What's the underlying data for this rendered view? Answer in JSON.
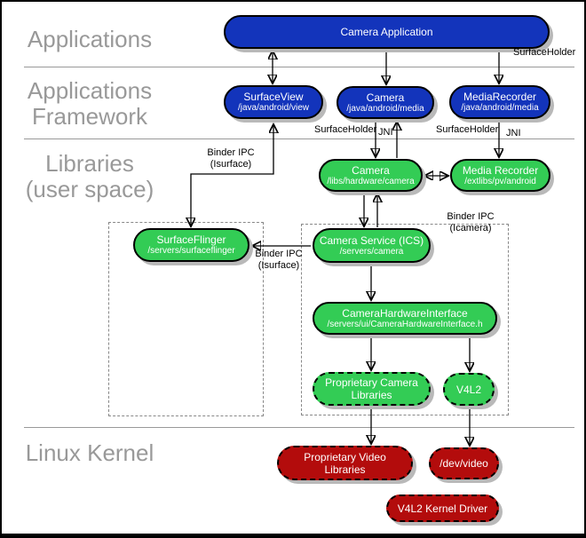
{
  "colors": {
    "framework_blue": "#1334bb",
    "userspace_green": "#33cc55",
    "kernel_red": "#b30c0c",
    "layer_label_gray": "#999999",
    "shadow_gray": "#b9b9b9"
  },
  "layers": [
    {
      "label": "Applications"
    },
    {
      "label": "Applications\nFramework"
    },
    {
      "label": "Libraries\n(user space)"
    },
    {
      "label": "Linux Kernel"
    }
  ],
  "boxes": {
    "camera_application": {
      "title": "Camera Application"
    },
    "surfaceview": {
      "title": "SurfaceView",
      "sub": "/java/android/view"
    },
    "camera_fw": {
      "title": "Camera",
      "sub": "/java/android/media"
    },
    "mediarecorder": {
      "title": "MediaRecorder",
      "sub": "/java/android/media"
    },
    "camera_lib": {
      "title": "Camera",
      "sub": "/libs/hardware/camera"
    },
    "media_recorder_lib": {
      "title": "Media Recorder",
      "sub": "/extlibs/pv/android"
    },
    "surfaceflinger": {
      "title": "SurfaceFlinger",
      "sub": "/servers/surfaceflinger"
    },
    "camera_service": {
      "title": "Camera Service (ICS)",
      "sub": "/servers/camera"
    },
    "camera_hardware_interface": {
      "title": "CameraHardwareInterface",
      "sub": "/servers/ui/CameraHardwareInterface.h"
    },
    "proprietary_camera_libraries": {
      "title": "Proprietary Camera Libraries"
    },
    "v4l2": {
      "title": "V4L2"
    },
    "proprietary_video_libraries": {
      "title": "Proprietary Video Libraries"
    },
    "dev_video": {
      "title": "/dev/video"
    },
    "v4l2_kernel_driver": {
      "title": "V4L2 Kernel Driver"
    }
  },
  "annotations": {
    "surfaceholder_top": "SurfaceHolder",
    "surfaceholder_camera": "SurfaceHolder",
    "jni_camera": "JNI",
    "surfaceholder_mediarecorder": "SurfaceHolder",
    "jni_mediarecorder": "JNI",
    "binder_ipc_isurface_top": "Binder IPC\n(Isurface)",
    "binder_ipc_icamera": "Binder IPC\n(Icamera)",
    "binder_ipc_isurface_mid": "Binder IPC\n(Isurface)"
  }
}
